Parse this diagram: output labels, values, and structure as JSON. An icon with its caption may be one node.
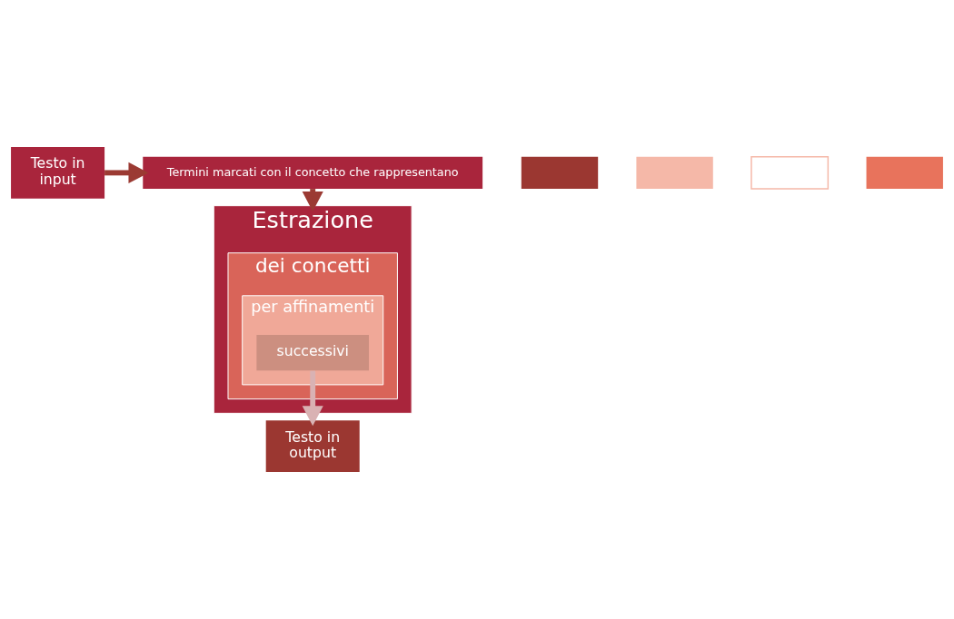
{
  "diagram": {
    "nodes": [
      {
        "text": [
          "Testo in",
          "input"
        ]
      },
      {
        "text": [
          "Termini marcati con il concetto che rappresentano"
        ]
      },
      {
        "text": [
          "Estrazione"
        ]
      },
      {
        "text": [
          "dei concetti"
        ],
        "in": 2
      },
      {
        "text": [
          "per affinamenti"
        ],
        "in": 3
      },
      {
        "text": [
          "successivi"
        ],
        "in": 4
      },
      {
        "text": [
          "Testo in",
          "output"
        ]
      },
      {
        "text": [],
        "shape": "box"
      },
      {
        "text": [],
        "shape": "box"
      },
      {
        "text": [],
        "shape": "box"
      },
      {
        "text": [],
        "shape": "box"
      }
    ],
    "edges": [
      {
        "from": 0,
        "to": 1,
        "arrow": "to"
      },
      {
        "from": 1,
        "to": 2,
        "arrow": "to"
      },
      {
        "from": 5,
        "to": 6,
        "arrow": "to",
        "color": "#d9b2b3"
      }
    ]
  }
}
